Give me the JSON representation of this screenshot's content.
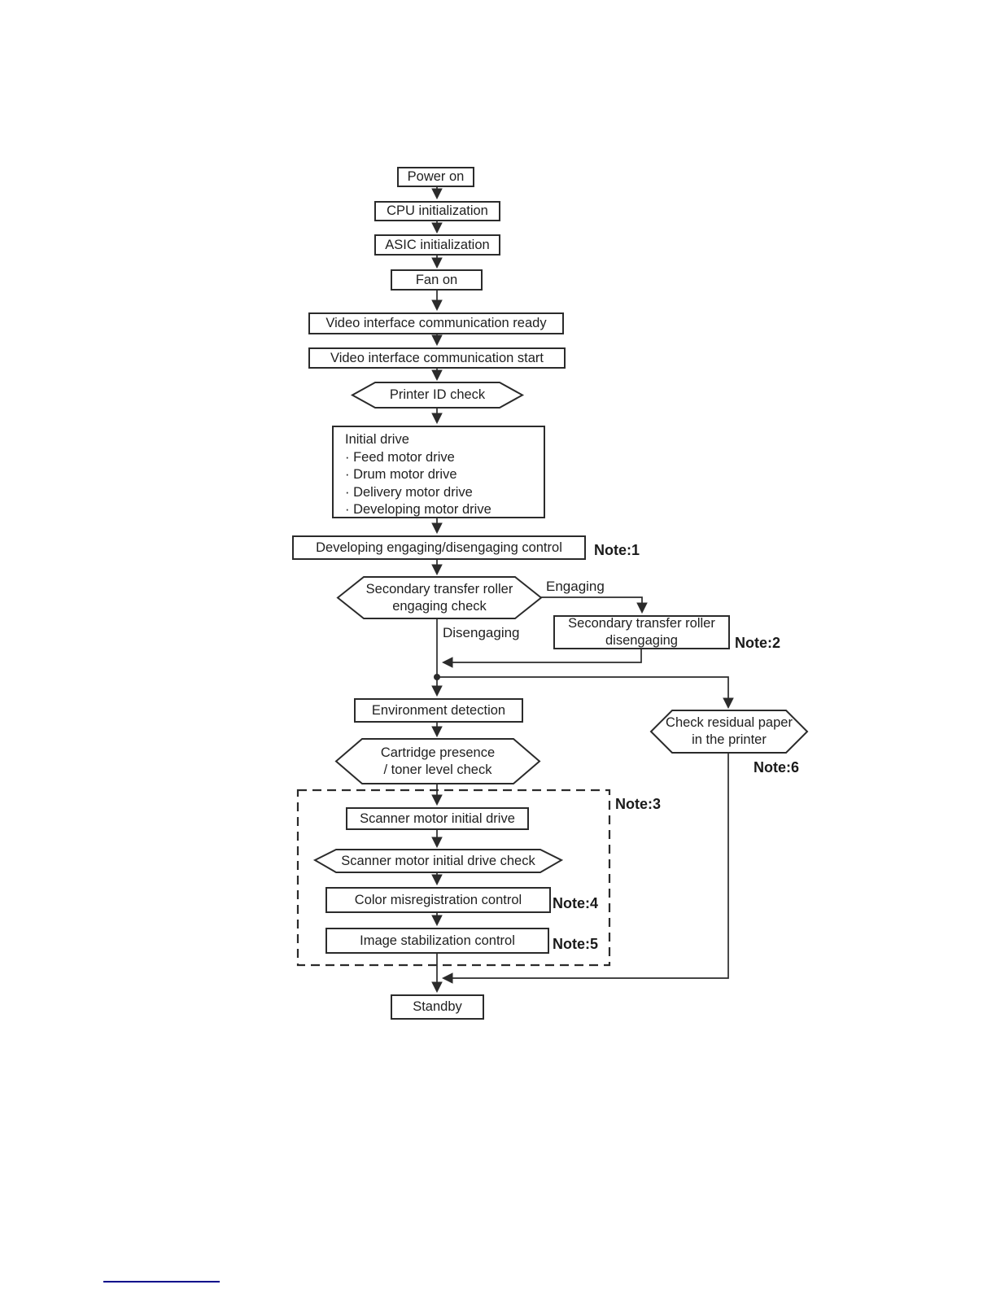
{
  "flowchart": {
    "nodes": {
      "power_on": {
        "label": "Power on"
      },
      "cpu_init": {
        "label": "CPU initialization"
      },
      "asic_init": {
        "label": "ASIC initialization"
      },
      "fan_on": {
        "label": "Fan on"
      },
      "video_ready": {
        "label": "Video interface communication ready"
      },
      "video_start": {
        "label": "Video interface communication start"
      },
      "printer_id_check": {
        "label": "Printer ID check"
      },
      "initial_drive": {
        "title": "Initial drive",
        "items": [
          "· Feed motor drive",
          "· Drum motor drive",
          "· Delivery motor drive",
          "· Developing motor drive"
        ]
      },
      "dev_engage_control": {
        "label": "Developing engaging/disengaging control"
      },
      "sec_transfer_check": {
        "label": "Secondary transfer roller\nengaging check"
      },
      "sec_transfer_disengage": {
        "label": "Secondary transfer roller\ndisengaging"
      },
      "environment_detection": {
        "label": "Environment detection"
      },
      "cartridge_check": {
        "label": "Cartridge presence\n/ toner level check"
      },
      "check_residual_paper": {
        "label": "Check residual paper\nin the printer"
      },
      "scanner_motor_drive": {
        "label": "Scanner motor initial drive"
      },
      "scanner_motor_check": {
        "label": "Scanner motor initial drive check"
      },
      "color_misregistration": {
        "label": "Color misregistration control"
      },
      "image_stabilization": {
        "label": "Image stabilization control"
      },
      "standby": {
        "label": "Standby"
      }
    },
    "edge_labels": {
      "engaging": "Engaging",
      "disengaging": "Disengaging"
    },
    "notes": {
      "note1": "Note:1",
      "note2": "Note:2",
      "note3": "Note:3",
      "note4": "Note:4",
      "note5": "Note:5",
      "note6": "Note:6"
    },
    "colors": {
      "ink": "#2b2b2b",
      "footer_rule": "#00008b"
    }
  }
}
